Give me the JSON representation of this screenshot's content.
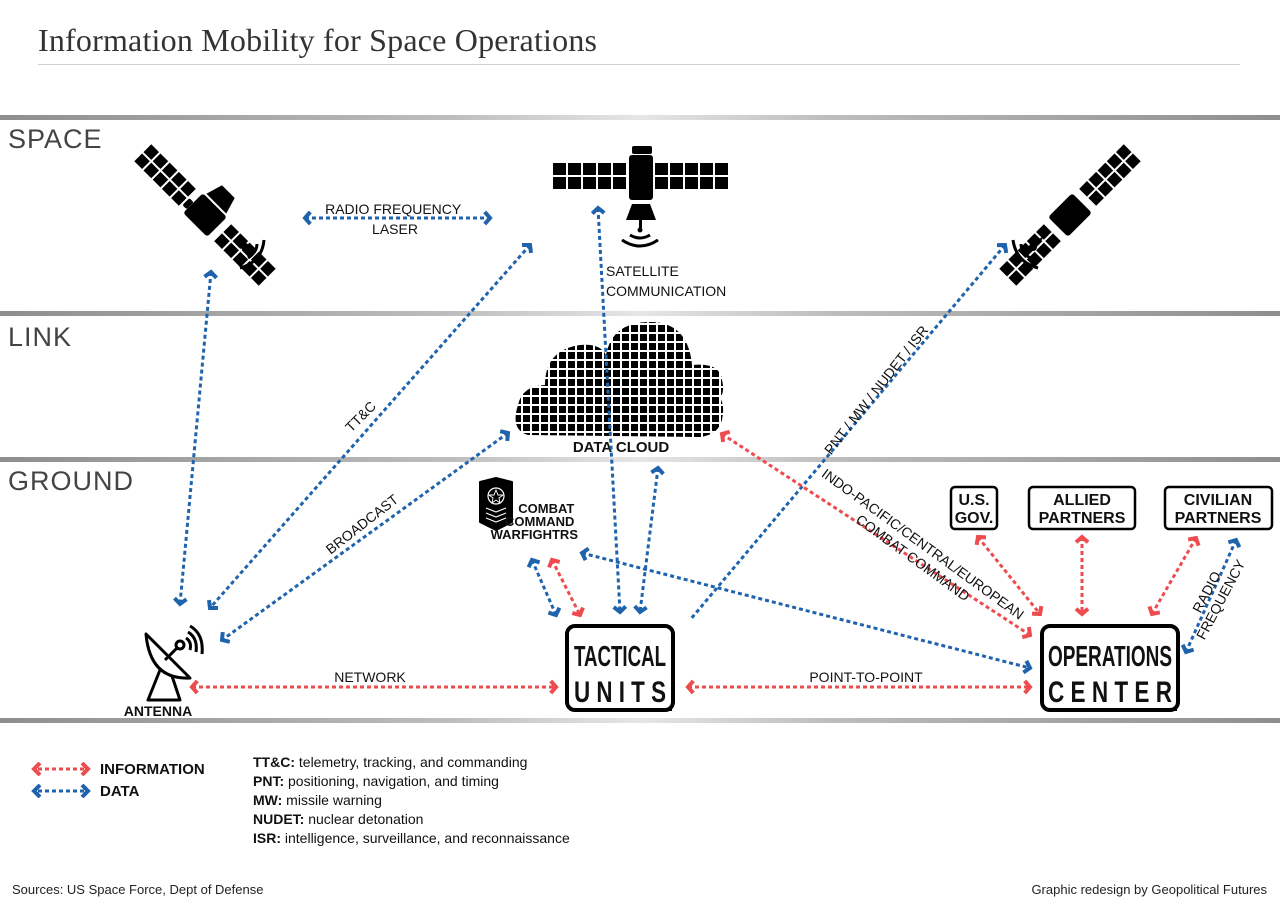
{
  "title": "Information Mobility for Space Operations",
  "zones": [
    {
      "label": "SPACE"
    },
    {
      "label": "LINK"
    },
    {
      "label": "GROUND"
    }
  ],
  "colors": {
    "information": "#ee4b4f",
    "data": "#1f63ad",
    "ink": "#000000"
  },
  "nodes": {
    "data_cloud": "DATA CLOUD",
    "combat_command": [
      "COMBAT",
      "COMMAND",
      "WARFIGHTRS"
    ],
    "antenna": "ANTENNA",
    "tactical_units": [
      "TACTICAL",
      "U N I T S"
    ],
    "operations_center": [
      "OPERATIONS",
      "C E N T E R"
    ],
    "us_gov": [
      "U.S.",
      "GOV."
    ],
    "allied_partners": [
      "ALLIED",
      "PARTNERS"
    ],
    "civilian_partners": [
      "CIVILIAN",
      "PARTNERS"
    ]
  },
  "link_labels": {
    "radio_frequency_laser": [
      "RADIO FREQUENCY",
      "LASER"
    ],
    "satellite_communication": [
      "SATELLITE",
      "COMMUNICATION"
    ],
    "ttc": "TT&C",
    "broadcast": "BROADCAST",
    "pnt": "PNT / MW / NUDET / ISR",
    "indo_pacific": [
      "INDO-PACIFIC/CENTRAL/EUROPEAN",
      "COMBAT COMMAND"
    ],
    "radio_frequency_ops": [
      "RADIO",
      "FREQUENCY"
    ],
    "network": "NETWORK",
    "point_to_point": "POINT-TO-POINT"
  },
  "legend": {
    "information": "INFORMATION",
    "data": "DATA"
  },
  "abbreviations": [
    {
      "term": "TT&C:",
      "def": " telemetry, tracking, and commanding"
    },
    {
      "term": "PNT:",
      "def": " positioning, navigation, and timing"
    },
    {
      "term": "MW:",
      "def": " missile warning"
    },
    {
      "term": "NUDET:",
      "def": " nuclear detonation"
    },
    {
      "term": "ISR:",
      "def": " intelligence, surveillance, and reconnaissance"
    }
  ],
  "footer": {
    "sources": "Sources: US Space Force, Dept of Defense",
    "credit": "Graphic redesign by Geopolitical Futures"
  }
}
